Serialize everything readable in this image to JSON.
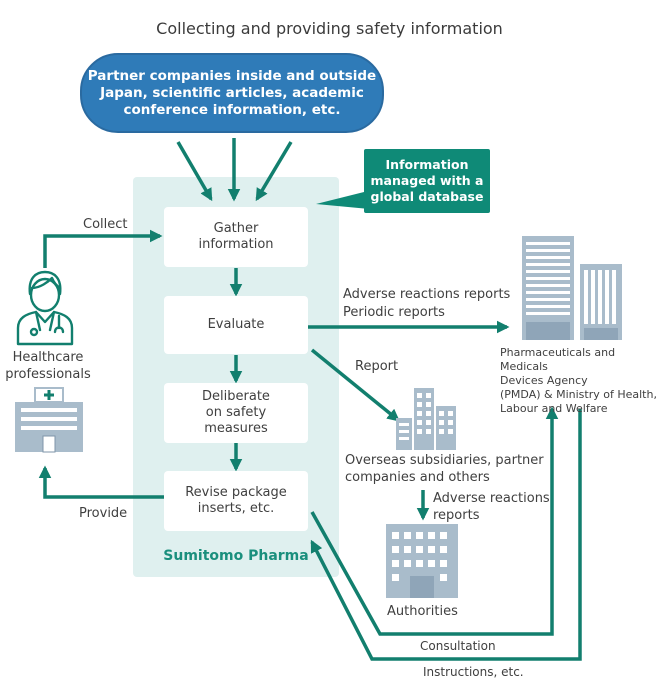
{
  "title": "Collecting and providing safety information",
  "sources": "Partner companies inside and outside\nJapan, scientific articles, academic\nconference information, etc.",
  "callout": "Information\nmanaged with a\nglobal database",
  "steps": [
    "Gather\ninformation",
    "Evaluate",
    "Deliberate\non safety\nmeasures",
    "Revise package\ninserts, etc."
  ],
  "company": "Sumitomo Pharma",
  "labels": {
    "collect": "Collect",
    "provide": "Provide",
    "healthcare": "Healthcare\nprofessionals",
    "adverse_periodic": "Adverse reactions reports\nPeriodic reports",
    "report": "Report",
    "pmda": "Pharmaceuticals and Medicals\nDevices Agency\n(PMDA) & Ministry of Health,\nLabour and Welfare",
    "overseas": "Overseas subsidiaries, partner\ncompanies and others",
    "adverse_reports": "Adverse reactions\nreports",
    "authorities": "Authorities",
    "consultation": "Consultation",
    "instructions": "Instructions, etc."
  },
  "icons": [
    "doctor-icon",
    "hospital-icon",
    "office-towers-icon",
    "office-buildings-icon",
    "government-building-icon"
  ],
  "colors": {
    "accent": "#127f6e",
    "panel": "#dff0ef",
    "pill": "#2f7bb8",
    "building": "#a9bccb"
  }
}
